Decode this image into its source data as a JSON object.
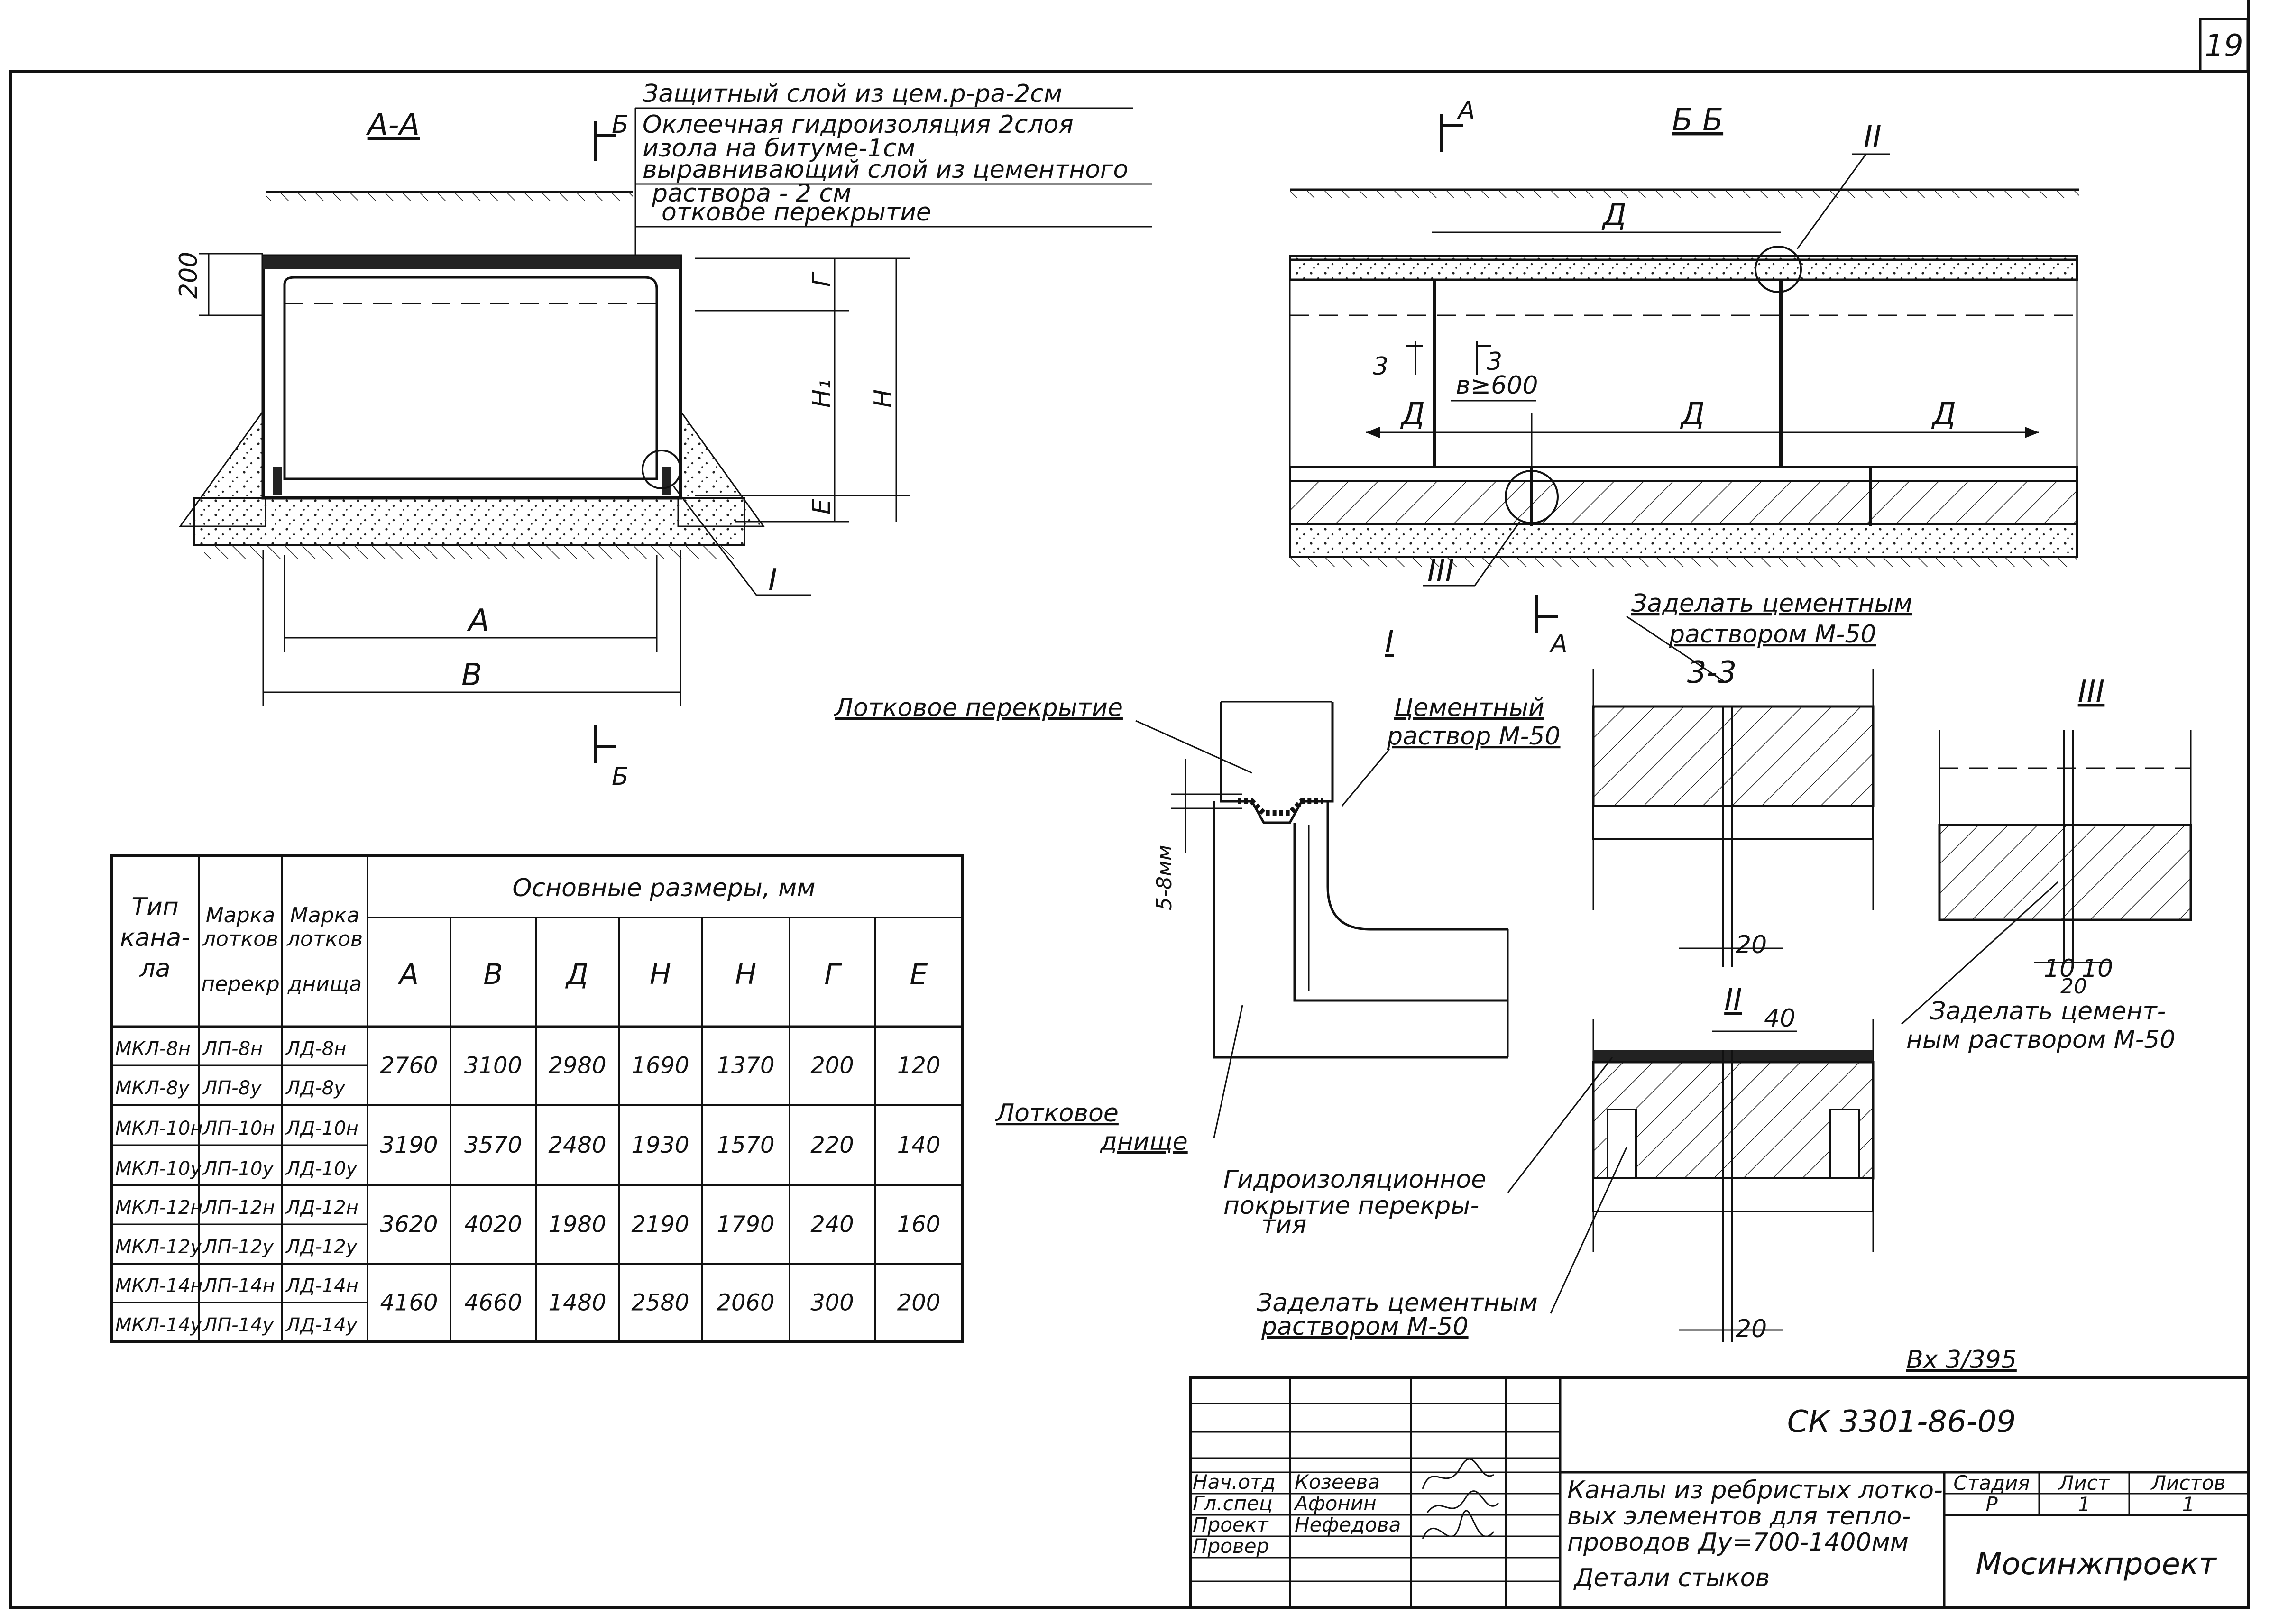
{
  "sheet": {
    "page_number": "19",
    "stamp": "Вх 3/395",
    "code": "СК 3301-86-09"
  },
  "section_aa": {
    "title": "А-А",
    "cut_mark": "Б",
    "bottom_cut_mark": "Б",
    "layers": [
      "Защитный слой из цем.р-ра-2см",
      "Оклеечная гидроизоляция 2слоя",
      "изола на битуме-1см",
      "выравнивающий слой из цементного",
      "раствора - 2 см",
      "отковое перекрытие"
    ],
    "dims": {
      "top": "200",
      "g": "Г",
      "h1": "Н₁",
      "h": "Н",
      "e": "Е",
      "a": "А",
      "b": "В"
    },
    "callout": "I"
  },
  "section_bb": {
    "title": "Б Б",
    "cut_mark_top": "А",
    "cut_mark_bottom": "А",
    "callout_ii": "II",
    "callout_iii": "III",
    "d_top": "Д",
    "d_left": "Д",
    "d_mid": "Д",
    "d_right": "Д",
    "mark_3_left": "3",
    "mark_3_right": "3",
    "b_min": "в≥600"
  },
  "detail_1": {
    "title": "I",
    "cover_label": "Лотковое перекрытие",
    "mortar_label_1": "Цементный",
    "mortar_label_2": "раствор М-50",
    "gap_label": "5-8мм",
    "bottom_label_1": "Лотковое",
    "bottom_label_2": "днище"
  },
  "detail_33": {
    "note_1": "Заделать цементным",
    "note_2": "раствором М-50",
    "title": "3-3",
    "dim": "20"
  },
  "detail_3": {
    "title": "III",
    "dim_left": "10",
    "dim_right": "10",
    "dim_total": "20",
    "note_1": "Заделать цемент-",
    "note_2": "ным раствором М-50"
  },
  "detail_2": {
    "title": "II",
    "dim_top": "40",
    "dim_bottom": "20",
    "waterproof_1": "Гидроизоляционное",
    "waterproof_2": "покрытие перекры-",
    "waterproof_3": "тия",
    "fill_1": "Заделать цементным",
    "fill_2": "раствором М-50"
  },
  "table": {
    "header_type": [
      "Тип",
      "кана-",
      "ла"
    ],
    "header_cover": [
      "Марка",
      "лотков",
      "перекр"
    ],
    "header_bottom": [
      "Марка",
      "лотков",
      "днища"
    ],
    "group_header": "Основные размеры, мм",
    "dim_headers": [
      "А",
      "В",
      "Д",
      "Н",
      "Н",
      "Г",
      "Е"
    ],
    "rows": [
      {
        "type": "МКЛ-8н",
        "cover": "ЛП-8н",
        "bottom": "ЛД-8н"
      },
      {
        "type": "МКЛ-8у",
        "cover": "ЛП-8у",
        "bottom": "ЛД-8у"
      },
      {
        "type": "МКЛ-10н",
        "cover": "ЛП-10н",
        "bottom": "ЛД-10н"
      },
      {
        "type": "МКЛ-10у",
        "cover": "ЛП-10у",
        "bottom": "ЛД-10у"
      },
      {
        "type": "МКЛ-12н",
        "cover": "ЛП-12н",
        "bottom": "ЛД-12н"
      },
      {
        "type": "МКЛ-12у",
        "cover": "ЛП-12у",
        "bottom": "ЛД-12у"
      },
      {
        "type": "МКЛ-14н",
        "cover": "ЛП-14н",
        "bottom": "ЛД-14н"
      },
      {
        "type": "МКЛ-14у",
        "cover": "ЛП-14у",
        "bottom": "ЛД-14у"
      }
    ],
    "values": [
      [
        "2760",
        "3100",
        "2980",
        "1690",
        "1370",
        "200",
        "120"
      ],
      [
        "3190",
        "3570",
        "2480",
        "1930",
        "1570",
        "220",
        "140"
      ],
      [
        "3620",
        "4020",
        "1980",
        "2190",
        "1790",
        "240",
        "160"
      ],
      [
        "4160",
        "4660",
        "1480",
        "2580",
        "2060",
        "300",
        "200"
      ]
    ]
  },
  "title_block": {
    "roles": [
      "Нач.отд",
      "Гл.спец",
      "Проект",
      "Провер"
    ],
    "names": [
      "Козеева",
      "Афонин",
      "Нефедова",
      ""
    ],
    "title_1": "Каналы из ребристых лотко-",
    "title_2": "вых элементов для тепло-",
    "title_3": "проводов Ду=700-1400мм",
    "title_4": "Детали стыков",
    "stage_label": "Стадия",
    "sheet_label": "Лист",
    "sheets_label": "Листов",
    "stage": "Р",
    "sheet": "1",
    "sheets": "1",
    "organization": "Мосинжпроект"
  }
}
